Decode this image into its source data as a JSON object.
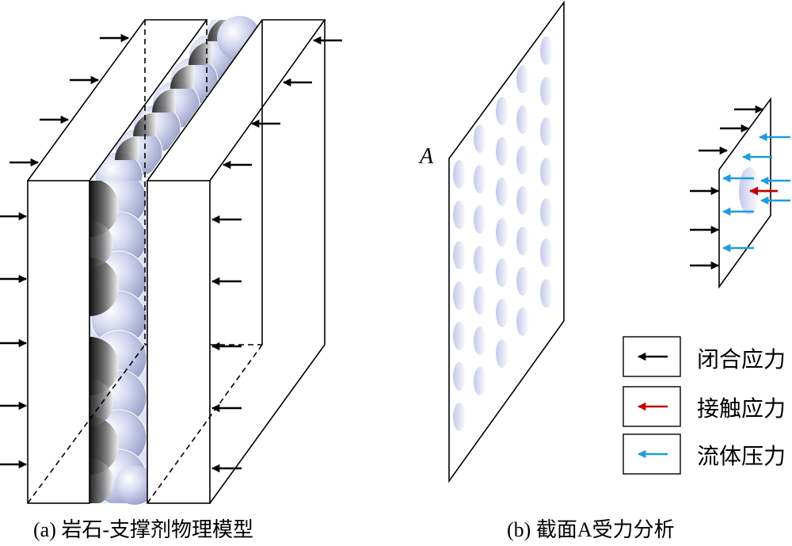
{
  "captions": {
    "left": "(a) 岩石-支撑剂物理模型",
    "right": "(b) 截面A受力分析"
  },
  "section_label": "A",
  "legend": [
    {
      "label": "闭合应力",
      "color": "#000000",
      "icon": "left-arrow-black"
    },
    {
      "label": "接触应力",
      "color": "#c00000",
      "icon": "left-arrow-red"
    },
    {
      "label": "流体压力",
      "color": "#1e9be0",
      "icon": "left-arrow-blue"
    }
  ],
  "colors": {
    "proppant_light": "#d6d9f0",
    "proppant_dark": "#222222",
    "closure_stress": "#000000",
    "contact_stress": "#c00000",
    "fluid_pressure": "#1e9be0"
  }
}
